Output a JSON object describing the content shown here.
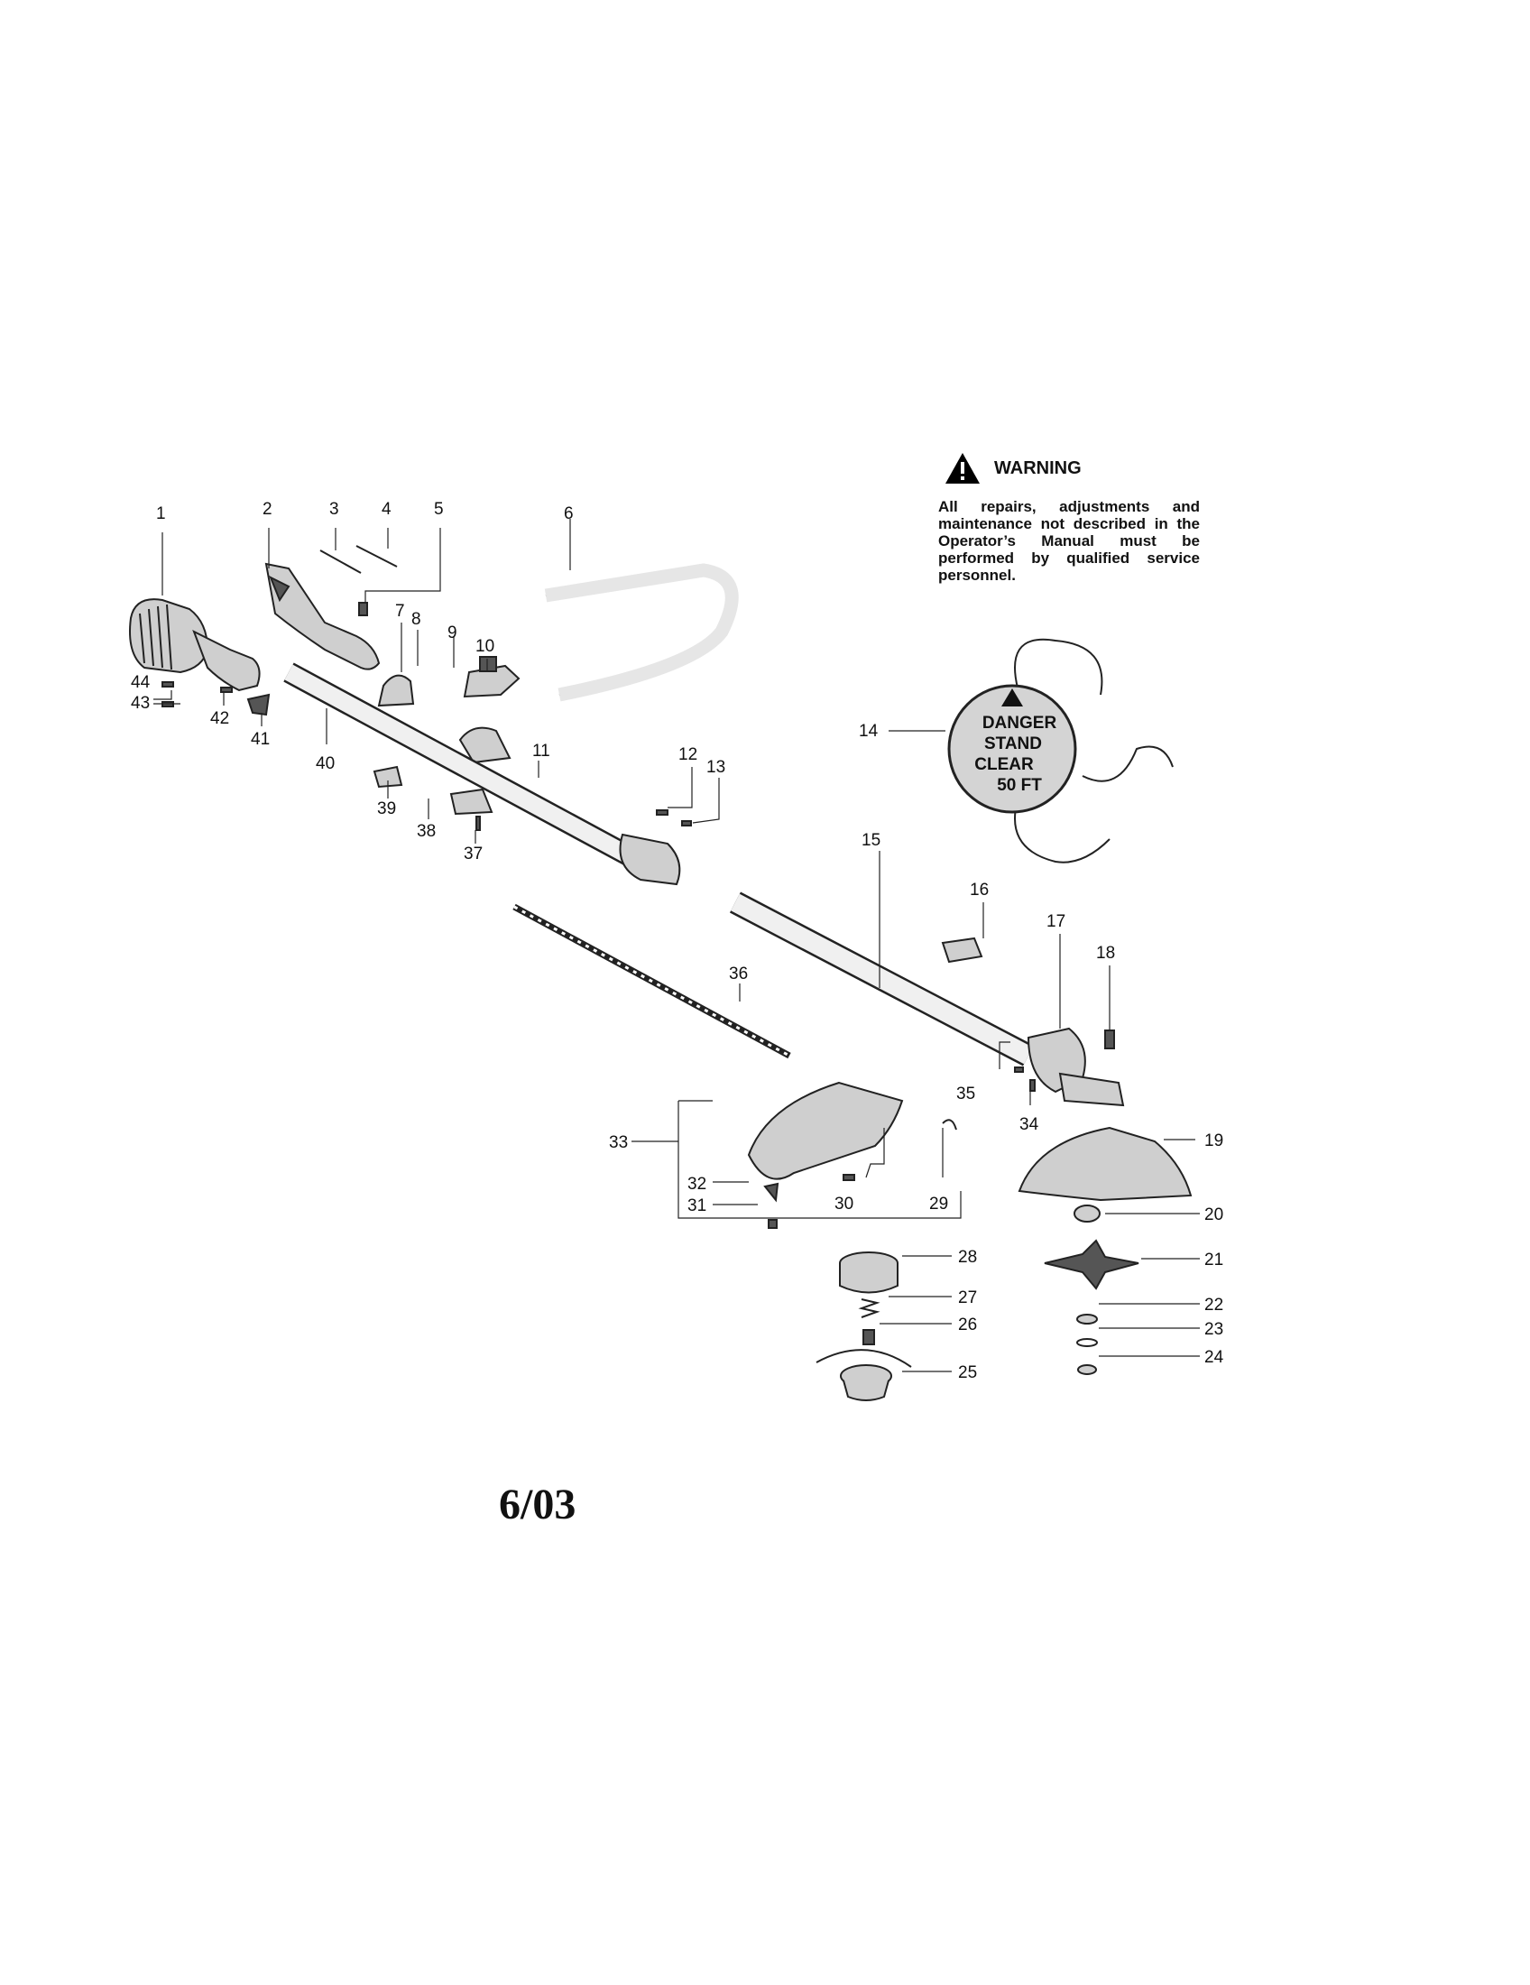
{
  "warning": {
    "title": "WARNING",
    "text": "All repairs, adjustments and maintenance not described in the Operator’s Manual must be performed by qualified service personnel."
  },
  "danger_decal": {
    "lines": [
      "DANGER",
      "STAND",
      "CLEAR",
      "50 FT"
    ]
  },
  "date_code": "6/03",
  "callouts": [
    "1",
    "2",
    "3",
    "4",
    "5",
    "6",
    "7",
    "8",
    "9",
    "10",
    "11",
    "12",
    "13",
    "14",
    "15",
    "16",
    "17",
    "18",
    "19",
    "20",
    "21",
    "22",
    "23",
    "24",
    "25",
    "26",
    "27",
    "28",
    "29",
    "30",
    "31",
    "32",
    "33",
    "34",
    "35",
    "36",
    "37",
    "38",
    "39",
    "40",
    "41",
    "42",
    "43",
    "44"
  ],
  "colors": {
    "ink": "#111111",
    "warning_icon": "#000000"
  }
}
